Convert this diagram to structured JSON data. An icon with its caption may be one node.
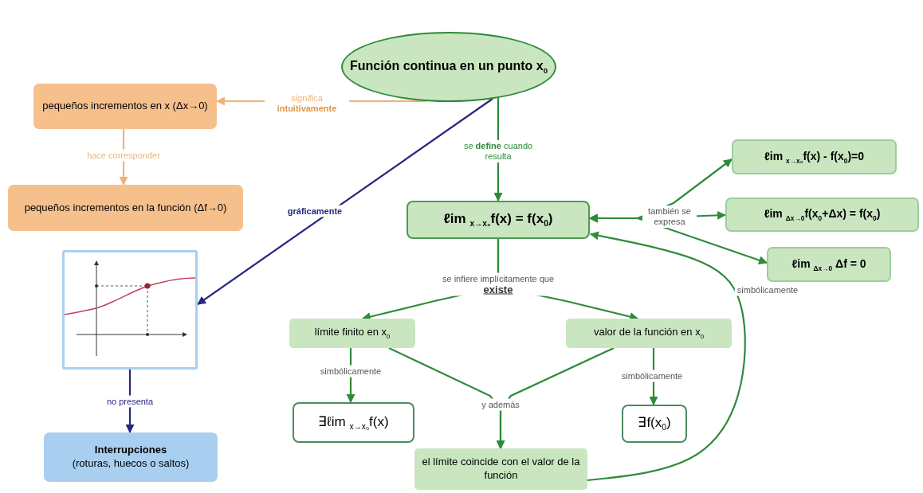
{
  "diagram": {
    "nodes": [
      {
        "text": [
          "Función continua en un punto x$_{0}$"
        ]
      },
      {
        "text": [
          "pequeños incrementos en x (Δx→0)"
        ]
      },
      {
        "text": [
          "pequeños incrementos en la función (Δf→0)"
        ]
      },
      {
        "text": [],
        "shape": "picture"
      },
      {
        "text": [
          "Interrupciones",
          "(roturas, huecos o saltos)"
        ]
      },
      {
        "text": [
          "ℓim $_{x→x₀}$f(x) = f(x$_{0}$)"
        ]
      },
      {
        "text": [
          "ℓim $_{x→x₀}$f(x) - f(x$_{0}$)=0"
        ]
      },
      {
        "text": [
          "ℓim $_{Δx→0}$f(x$_{0}$+Δx) = f(x$_{0}$)"
        ]
      },
      {
        "text": [
          "ℓim $_{Δx→0}$ Δf = 0"
        ]
      },
      {
        "text": [
          "límite finito en x$_{0}$"
        ]
      },
      {
        "text": [
          "valor de la función en x$_{0}$"
        ]
      },
      {
        "text": [
          "∃ℓim $_{x→x₀}$f(x)"
        ]
      },
      {
        "text": [
          "∃f(x$_{0}$)"
        ]
      },
      {
        "text": [
          "el límite coincide con el valor de la función"
        ]
      }
    ],
    "edges": [
      {
        "from": 0,
        "to": 1,
        "arrow": "to",
        "label": "significa **intuitivamente**",
        "color": "#f0b27a"
      },
      {
        "from": 1,
        "to": 2,
        "arrow": "to",
        "label": "hace corresponder",
        "color": "#f0b27a"
      },
      {
        "from": 0,
        "to": 3,
        "arrow": "to",
        "label": "gráficamente",
        "color": "#27277f"
      },
      {
        "from": 3,
        "to": 4,
        "arrow": "to",
        "label": "no presenta",
        "color": "#27277f"
      },
      {
        "from": 0,
        "to": 5,
        "arrow": "to",
        "label": "se **define** cuando resulta"
      },
      {
        "from": 5,
        "to": 6,
        "arrow": "both",
        "label": "también se expresa"
      },
      {
        "from": 5,
        "to": 7,
        "arrow": "both"
      },
      {
        "from": 5,
        "to": 8,
        "arrow": "both"
      },
      {
        "from": 5,
        "to": 9,
        "arrow": "to",
        "label": "se infiere implícitamente que **existe**"
      },
      {
        "from": 5,
        "to": 10,
        "arrow": "to"
      },
      {
        "from": 9,
        "to": 11,
        "arrow": "to",
        "label": "simbólicamente"
      },
      {
        "from": 10,
        "to": 12,
        "arrow": "to",
        "label": "simbólicamente"
      },
      {
        "from": 9,
        "to": 13,
        "arrow": "to",
        "label": "y además"
      },
      {
        "from": 10,
        "to": 13,
        "arrow": "to"
      },
      {
        "from": 13,
        "to": 5,
        "arrow": "to",
        "label": "simbólicamente"
      }
    ]
  }
}
